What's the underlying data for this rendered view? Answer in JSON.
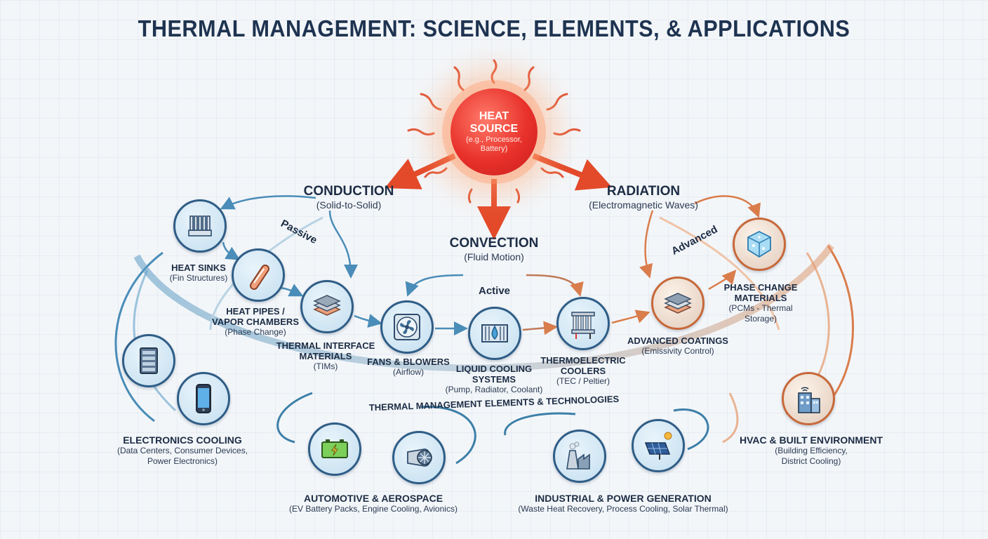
{
  "title": "THERMAL MANAGEMENT: SCIENCE, ELEMENTS, & APPLICATIONS",
  "heat_source": {
    "title_line1": "HEAT",
    "title_line2": "SOURCE",
    "sub_line1": "(e.g., Processor,",
    "sub_line2": "Battery)",
    "color": "#e8312a"
  },
  "modes": {
    "conduction": {
      "title": "CONDUCTION",
      "sub": "(Solid-to-Solid)"
    },
    "convection": {
      "title": "CONVECTION",
      "sub": "(Fluid Motion)"
    },
    "radiation": {
      "title": "RADIATION",
      "sub": "(Electromagnetic Waves)"
    }
  },
  "tags": {
    "passive": "Passive",
    "active": "Active",
    "advanced": "Advanced"
  },
  "elements": {
    "heat_sinks": {
      "title": "HEAT SINKS",
      "sub": "(Fin Structures)",
      "icon": "heat-sink-icon"
    },
    "heat_pipes": {
      "title1": "HEAT PIPES /",
      "title2": "VAPOR CHAMBERS",
      "sub": "(Phase Change)",
      "icon": "heat-pipe-icon"
    },
    "tims": {
      "title1": "THERMAL INTERFACE",
      "title2": "MATERIALS",
      "sub": "(TIMs)",
      "icon": "tim-layers-icon"
    },
    "fans": {
      "title": "FANS & BLOWERS",
      "sub": "(Airflow)",
      "icon": "fan-icon"
    },
    "liquid": {
      "title1": "LIQUID COOLING",
      "title2": "SYSTEMS",
      "sub": "(Pump, Radiator, Coolant)",
      "icon": "radiator-droplet-icon"
    },
    "tec": {
      "title1": "THERMOELECTRIC",
      "title2": "COOLERS",
      "sub": "(TEC / Peltier)",
      "icon": "peltier-icon"
    },
    "coatings": {
      "title": "ADVANCED COATINGS",
      "sub": "(Emissivity Control)",
      "icon": "coating-layers-icon"
    },
    "pcm": {
      "title1": "PHASE CHANGE",
      "title2": "MATERIALS",
      "sub1": "(PCMs - Thermal",
      "sub2": "Storage)",
      "icon": "ice-cube-icon"
    }
  },
  "band_label": "THERMAL MANAGEMENT ELEMENTS & TECHNOLOGIES",
  "applications": {
    "electronics": {
      "title": "ELECTRONICS COOLING",
      "sub1": "(Data Centers, Consumer Devices,",
      "sub2": "Power Electronics)",
      "icons": [
        "server-icon",
        "smartphone-icon"
      ]
    },
    "automotive": {
      "title": "AUTOMOTIVE & AEROSPACE",
      "sub": "(EV Battery Packs, Engine Cooling, Avionics)",
      "icons": [
        "battery-icon",
        "jet-engine-icon"
      ]
    },
    "industrial": {
      "title": "INDUSTRIAL & POWER GENERATION",
      "sub": "(Waste Heat Recovery, Process Cooling, Solar Thermal)",
      "icons": [
        "factory-icon",
        "solar-panel-icon"
      ]
    },
    "hvac": {
      "title": "HVAC & BUILT ENVIRONMENT",
      "sub1": "(Building Efficiency,",
      "sub2": "District Cooling)",
      "icons": [
        "smart-building-icon"
      ]
    }
  },
  "colors": {
    "cool": "#3d7fa8",
    "warm": "#d97d4c",
    "heat": "#e8312a",
    "node_border": "#2f5d86",
    "text": "#1c2c44"
  }
}
